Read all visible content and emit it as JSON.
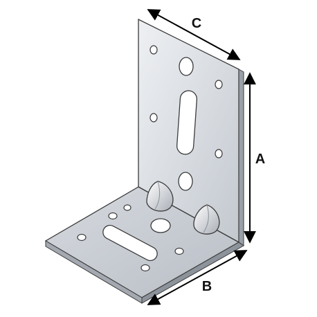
{
  "dimensions": {
    "a": "A",
    "b": "B",
    "c": "C"
  },
  "colors": {
    "metal_light": "#e3e6ea",
    "metal_mid": "#c9cdd3",
    "metal_dark": "#9aa0a8",
    "outline": "#3a3a3a",
    "dimension_line": "#000000"
  }
}
